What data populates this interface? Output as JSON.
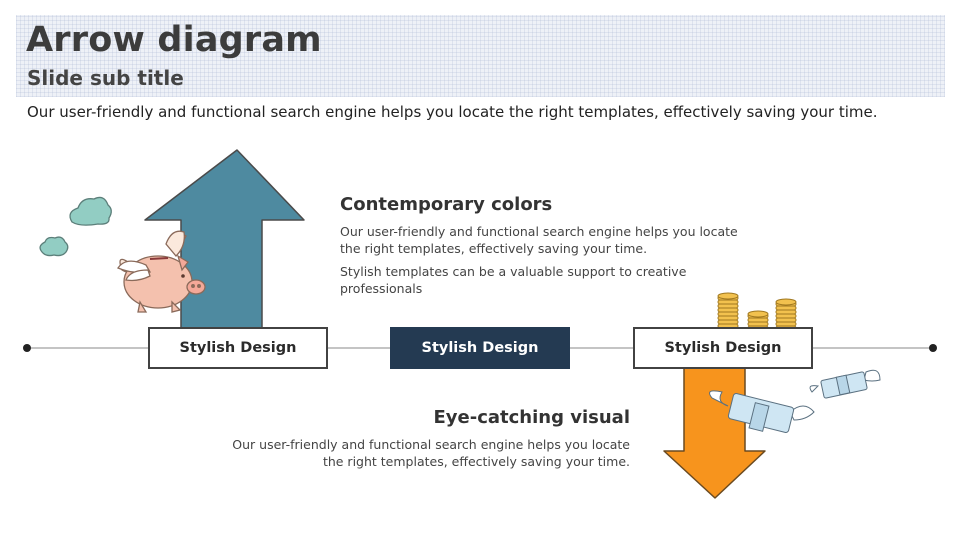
{
  "header": {
    "title": "Arrow diagram",
    "subtitle": "Slide sub title"
  },
  "lead_text": "Our user-friendly and functional search engine helps you locate the right templates,  effectively  saving  your time.",
  "timeline": {
    "boxes": [
      {
        "label": "Stylish Design"
      },
      {
        "label": "Stylish Design"
      },
      {
        "label": "Stylish Design"
      }
    ]
  },
  "upper_block": {
    "heading": "Contemporary colors",
    "body1_line1": "Our user-friendly and functional search engine helps you locate",
    "body1_line2": "the right templates, effectively saving your time.",
    "body2_line1": "Stylish templates can be a valuable support to creative",
    "body2_line2": "professionals"
  },
  "lower_block": {
    "heading": "Eye-catching visual",
    "body_line1": "Our user-friendly and functional search engine helps you locate",
    "body_line2": "the right templates, effectively saving your time."
  },
  "colors": {
    "up_arrow": "#4e8aa0",
    "down_arrow": "#f7941d",
    "dark_box": "#243a52",
    "title_band": "#eef1f7"
  },
  "icons": [
    "cloud-icon",
    "piggy-bank-icon",
    "coin-stack-icon",
    "flying-money-icon"
  ]
}
